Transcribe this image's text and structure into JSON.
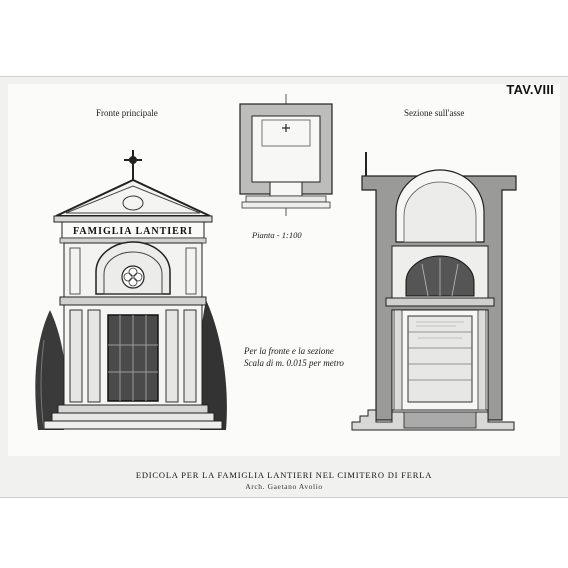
{
  "plate": {
    "number": "TAV.VIII"
  },
  "labels": {
    "front": "Fronte principale",
    "section": "Sezione sull'asse",
    "plan": "Pianta - 1:100"
  },
  "facade": {
    "inscription": "FAMIGLIA LANTIERI"
  },
  "scale_note": {
    "line1": "Per la fronte e la sezione",
    "line2": "Scala di m. 0.015 per metro"
  },
  "caption": {
    "title": "EDICOLA PER LA FAMIGLIA LANTIERI NEL CIMITERO DI FERLA",
    "architect": "Arch. Gaetano Avolio"
  }
}
